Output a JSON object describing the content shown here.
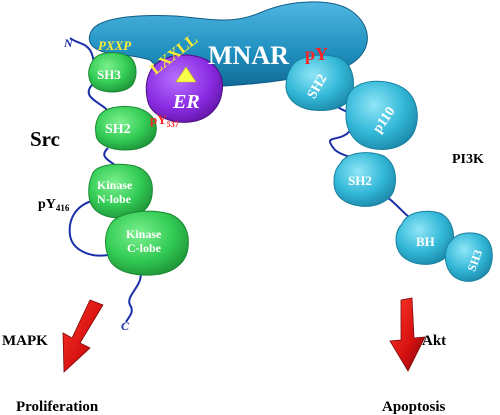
{
  "labels": {
    "mnar": "MNAR",
    "pxxp": "PXXP",
    "lxxll": "LXXLL",
    "py_mnar": "pY",
    "er": "ER",
    "py537_base": "pY",
    "py537_sub": "537",
    "n_term": "N",
    "c_term": "C",
    "src": "Src",
    "sh3_src": "SH3",
    "sh2_src": "SH2",
    "py416_base": "pY",
    "py416_sub": "416",
    "kinase_n_line1": "Kinase",
    "kinase_n_line2": "N-lobe",
    "kinase_c_line1": "Kinase",
    "kinase_c_line2": "C-lobe",
    "pi3k": "PI3K",
    "sh2_pi3k_top": "SH2",
    "p110": "p110",
    "sh2_pi3k_mid": "SH2",
    "bh": "BH",
    "sh3_pi3k": "SH3",
    "mapk": "MAPK",
    "akt": "Akt",
    "proliferation": "Proliferation",
    "apoptosis": "Apoptosis"
  },
  "colors": {
    "mnar_fill": "#1f8fbf",
    "src_domain_fill": "#33cc55",
    "er_fill": "#8a2be2",
    "pi3k_domain_fill": "#33b8d8",
    "linker_line": "#1a2fa8",
    "arrow_red": "#dd1111",
    "pxxp_text": "#ffee33",
    "py_text": "#ff2222"
  }
}
